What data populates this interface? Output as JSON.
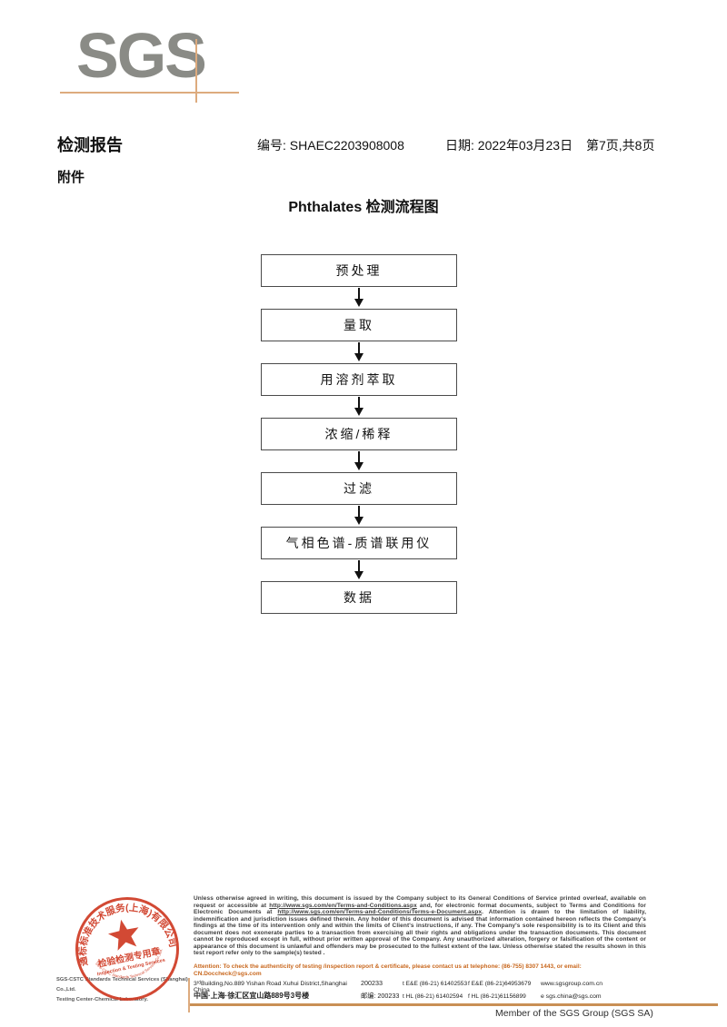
{
  "logo": {
    "text": "SGS"
  },
  "header": {
    "report_title": "检测报告",
    "report_no": "编号: SHAEC2203908008",
    "date": "日期: 2022年03月23日",
    "page_info": "第7页,共8页",
    "attachment": "附件"
  },
  "flowchart": {
    "title": "Phthalates 检测流程图",
    "steps": [
      "预处理",
      "量取",
      "用溶剂萃取",
      "浓缩/稀释",
      "过滤",
      "气相色谱-质谱联用仪",
      "数据"
    ]
  },
  "footer": {
    "disclaimer_parts": [
      {
        "text": "Unless otherwise agreed in writing, this document is issued by the Company subject to its General Conditions of Service printed overleaf, available on request or accessible at "
      },
      {
        "text": "http://www.sgs.com/en/Terms-and-Conditions.aspx"
      },
      {
        "text": " and, for electronic format documents, subject to Terms and Conditions for Electronic Documents at "
      },
      {
        "text": "http://www.sgs.com/en/Terms-and-Conditions/Terms-e-Document.aspx"
      },
      {
        "text": ". Attention is drawn to the limitation of liability, indemnification and jurisdiction issues defined therein. Any holder of this document is advised that information contained hereon reflects the Company's findings at the time of its intervention only and within the limits of Client's instructions, if any. The Company's sole responsibility is to its Client and this document does not exonerate parties to a transaction from exercising all their rights and obligations under the transaction documents. This document cannot be reproduced except in full, without prior written approval of the Company. Any unauthorized alteration, forgery or falsification of the content or appearance of this document is unlawful and offenders may be prosecuted to the fullest extent of the law. Unless otherwise stated the results shown in this test report refer only to the sample(s) tested ."
      }
    ],
    "attention": "Attention: To check the authenticity of testing /inspection report & certificate, please contact us at telephone: (86-755) 8307 1443, or email: CN.Doccheck@sgs.com",
    "address": {
      "en_line": "3ʳᵈBuilding,No.889 Yishan Road Xuhui District,Shanghai China",
      "en_post": "200233",
      "en_tel": "t E&E (86-21) 61402553",
      "en_fax": "f E&E (86-21)64953679",
      "en_web": "www.sgsgroup.com.cn",
      "cn_line": "中国·上海·徐汇区宜山路889号3号楼",
      "cn_post": "邮编: 200233",
      "cn_tel": "t HL (86-21) 61402594",
      "cn_fax": "f HL (86-21)61156899",
      "cn_email": "e  sgs.china@sgs.com"
    },
    "stamp": {
      "arc_text": "通标标准技术服务(上海)有限公司",
      "inner_arc_text": "SGS-CSTC Standards Technical Services Co.,Ltd.",
      "seal_line1": "检验检测专用章",
      "seal_line2": "Inspection & Testing Services",
      "company_en": "SGS-CSTC Standards Technical Services (Shanghai) Co.,Ltd.",
      "lab_en": "Testing Center-Chemical Laboratory."
    },
    "member": "Member of the SGS Group (SGS SA)"
  },
  "colors": {
    "accent_line": "#ddab7e",
    "logo_gray": "#8a8b86",
    "stamp_red": "#cf3a23",
    "attention_orange": "#c8671d"
  }
}
